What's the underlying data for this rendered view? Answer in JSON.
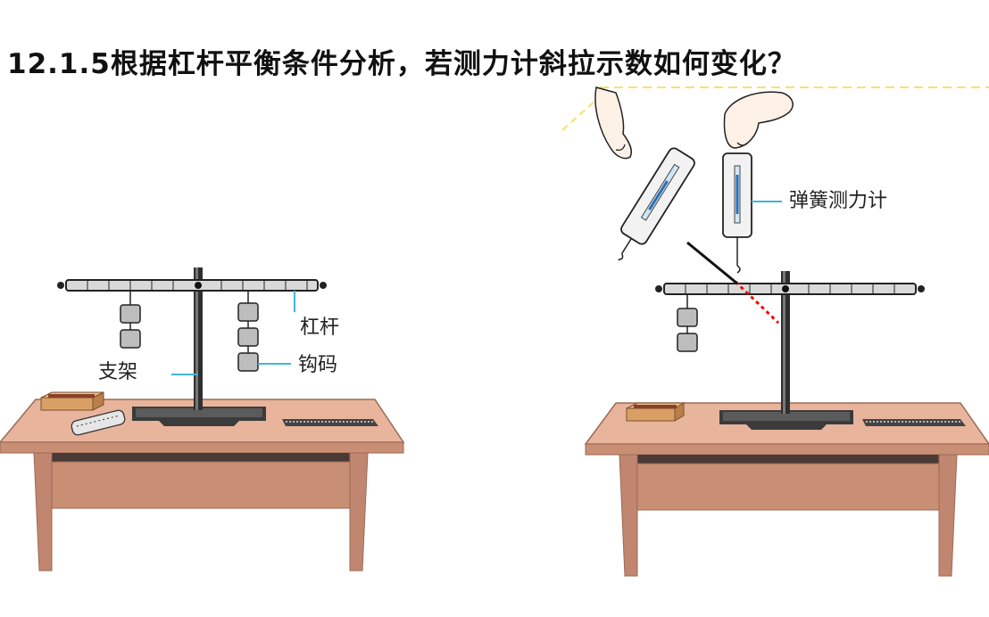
{
  "title": "12.1.5根据杠杆平衡条件分析，若测力计斜拉示数如何变化？",
  "left_figure": {
    "labels": {
      "lever": "杠杆",
      "stand": "支架",
      "weights": "钩码"
    }
  },
  "right_figure": {
    "labels": {
      "spring_scale": "弹簧测力计"
    }
  },
  "colors": {
    "table_top": "#e8b49c",
    "table_front": "#c98f75",
    "table_dark": "#4a3a36",
    "lever_bar": "#d9d9d9",
    "pointer_line": "#3fb6d8",
    "dashed_red": "#ff0000",
    "hint_yellow": "#f7e26b"
  }
}
